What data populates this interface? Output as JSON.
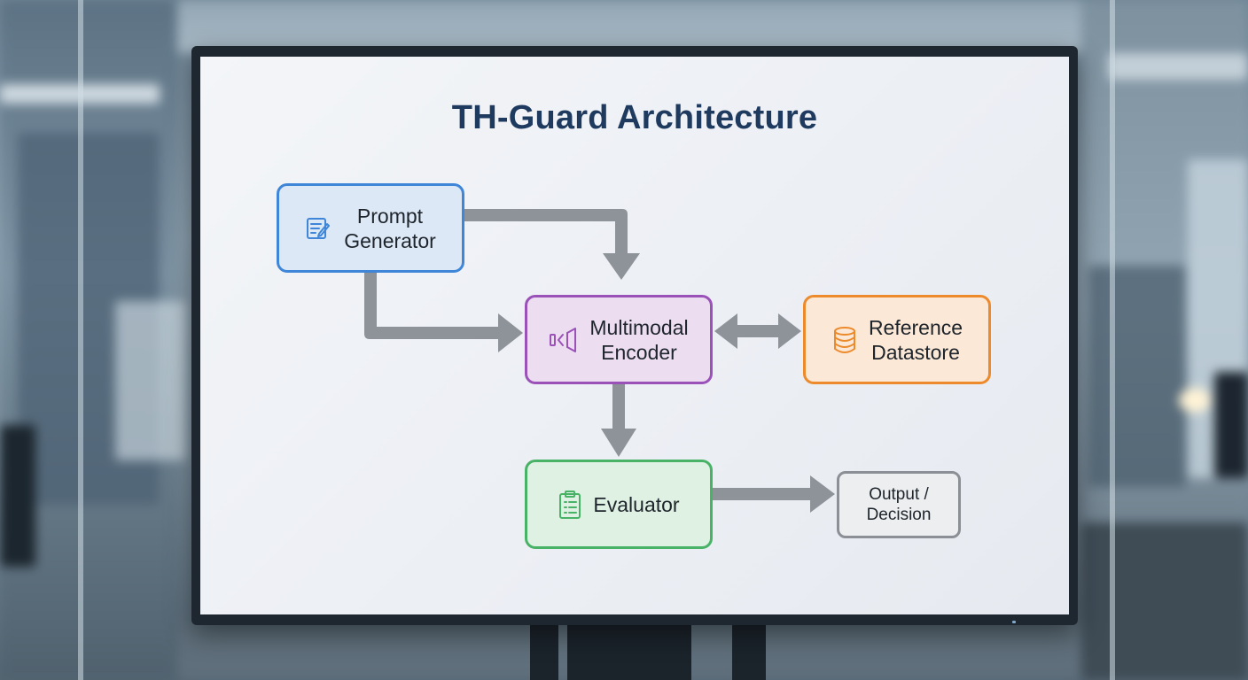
{
  "diagram": {
    "title": "TH-Guard Architecture",
    "nodes": {
      "prompt_generator": {
        "label": "Prompt\nGenerator",
        "icon": "document-edit-icon",
        "color": "#3f86d8"
      },
      "multimodal_encoder": {
        "label": "Multimodal\nEncoder",
        "icon": "encoder-icon",
        "color": "#9a52b8"
      },
      "reference_datastore": {
        "label": "Reference\nDatastore",
        "icon": "database-icon",
        "color": "#ec8a2c"
      },
      "evaluator": {
        "label": "Evaluator",
        "icon": "clipboard-list-icon",
        "color": "#48b266"
      },
      "output_decision": {
        "label": "Output /\nDecision",
        "color": "#8c9096"
      }
    },
    "edges": [
      {
        "from": "prompt_generator",
        "to": "multimodal_encoder"
      },
      {
        "from": "prompt_generator",
        "to": "multimodal_encoder"
      },
      {
        "from": "multimodal_encoder",
        "to": "reference_datastore",
        "bidirectional": true
      },
      {
        "from": "multimodal_encoder",
        "to": "evaluator"
      },
      {
        "from": "evaluator",
        "to": "output_decision"
      }
    ],
    "arrow_color": "#8e9399"
  }
}
